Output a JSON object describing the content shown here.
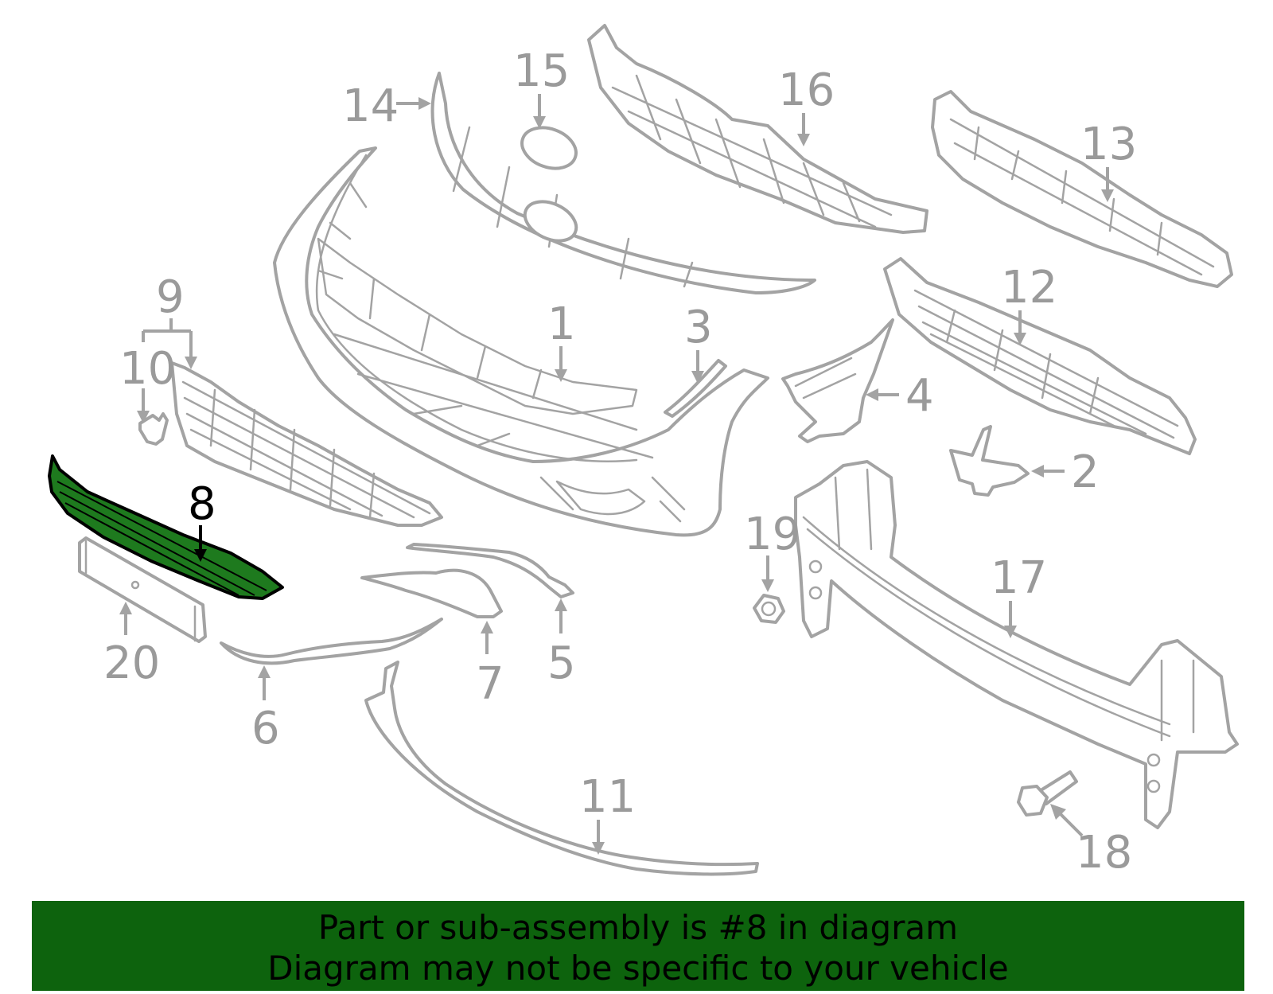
{
  "callouts": {
    "c1": "1",
    "c2": "2",
    "c3": "3",
    "c4": "4",
    "c5": "5",
    "c6": "6",
    "c7": "7",
    "c8": "8",
    "c9": "9",
    "c10": "10",
    "c11": "11",
    "c12": "12",
    "c13": "13",
    "c14": "14",
    "c15": "15",
    "c16": "16",
    "c17": "17",
    "c18": "18",
    "c19": "19",
    "c20": "20"
  },
  "highlighted_part": "8",
  "colors": {
    "part_stroke": "#a3a3a3",
    "highlight_fill": "#1e7a1e",
    "banner_bg": "#0d630d"
  },
  "banner": {
    "line1": "Part or sub-assembly is #8 in diagram",
    "line2": "Diagram may not be specific to your vehicle"
  }
}
